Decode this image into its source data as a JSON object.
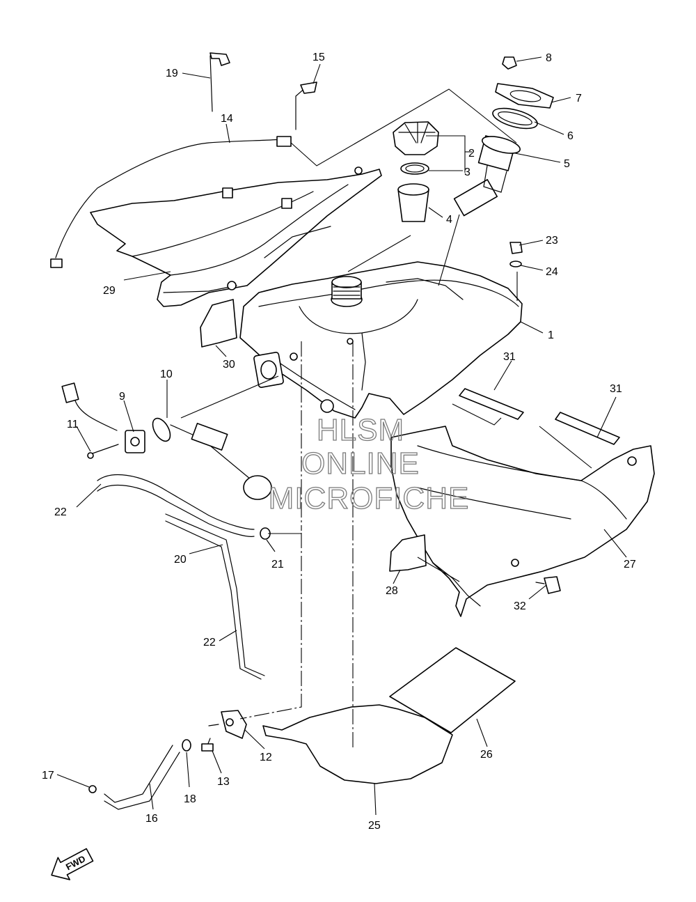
{
  "watermark": {
    "line1": "HLSM",
    "line2": "ONLINE",
    "line3": "MICROFICHE"
  },
  "direction_badge": "FWD",
  "callouts": {
    "c1": "1",
    "c2": "2",
    "c3": "3",
    "c4": "4",
    "c5": "5",
    "c6": "6",
    "c7": "7",
    "c8": "8",
    "c9": "9",
    "c10": "10",
    "c11": "11",
    "c12": "12",
    "c13": "13",
    "c14": "14",
    "c15": "15",
    "c16": "16",
    "c17": "17",
    "c18": "18",
    "c19": "19",
    "c20": "20",
    "c21": "21",
    "c22a": "22",
    "c22b": "22",
    "c23": "23",
    "c24": "24",
    "c25": "25",
    "c26": "26",
    "c27": "27",
    "c28": "28",
    "c29": "29",
    "c30": "30",
    "c31a": "31",
    "c31b": "31",
    "c32": "32"
  }
}
